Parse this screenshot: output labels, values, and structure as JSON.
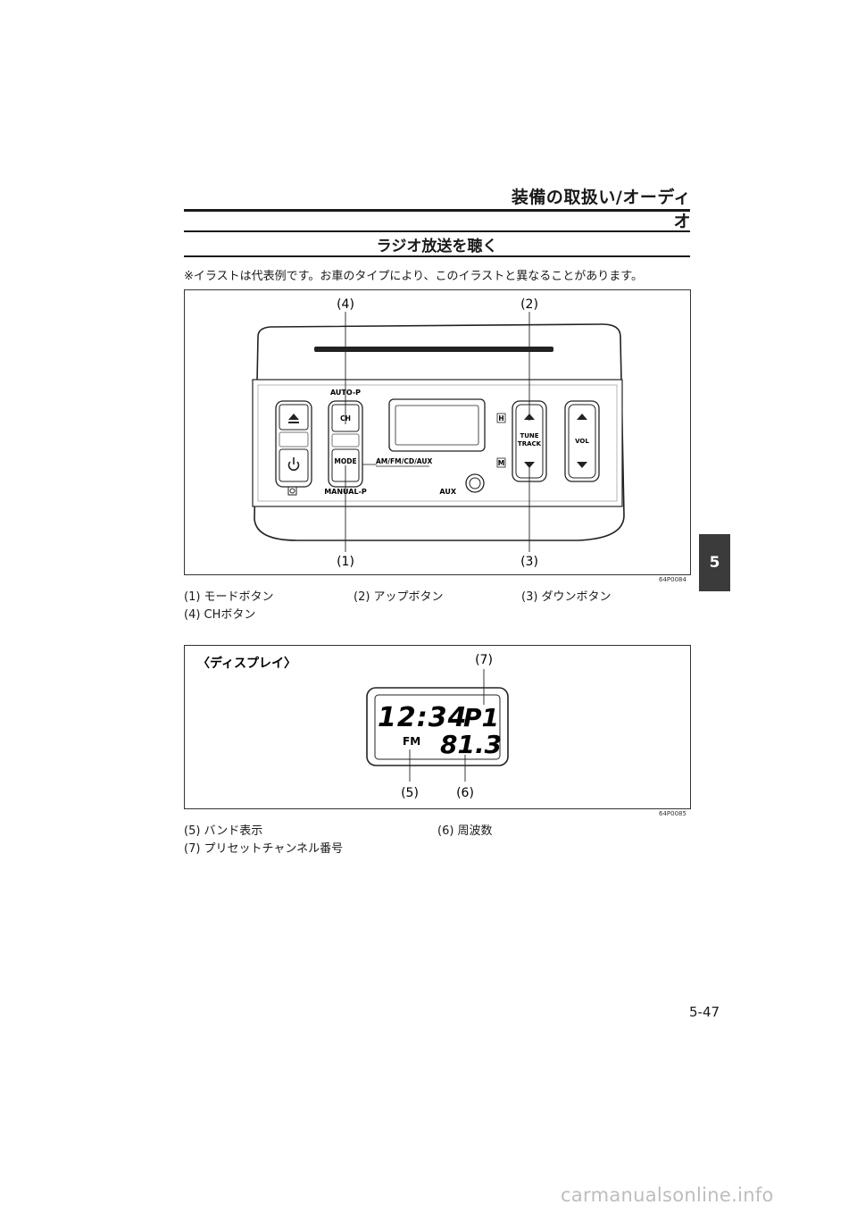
{
  "header": {
    "title": "装備の取扱い/オーディオ"
  },
  "section": {
    "title": "ラジオ放送を聴く"
  },
  "note": "※イラストは代表例です。お車のタイプにより、このイラストと異なることがあります。",
  "figure1": {
    "code": "64P0084",
    "callouts": {
      "c1": "(1)",
      "c2": "(2)",
      "c3": "(3)",
      "c4": "(4)"
    },
    "labels": {
      "auto_p": "AUTO-P",
      "ch": "CH",
      "mode": "MODE",
      "am_fm_cd_aux": "AM/FM/CD/AUX",
      "manual_p": "MANUAL-P",
      "aux": "AUX",
      "tune": "TUNE",
      "track": "TRACK",
      "vol": "VOL",
      "h": "H",
      "m": "M"
    }
  },
  "legend1": {
    "item1": "(1) モードボタン",
    "item2": "(2) アップボタン",
    "item3": "(3) ダウンボタン",
    "item4": "(4) CHボタン"
  },
  "figure2": {
    "code": "64P0085",
    "title": "〈ディスプレイ〉",
    "time": "12:34",
    "preset": "P1",
    "band": "FM",
    "freq": "81.3",
    "callouts": {
      "c5": "(5)",
      "c6": "(6)",
      "c7": "(7)"
    }
  },
  "legend2": {
    "item5": "(5) バンド表示",
    "item6": "(6) 周波数",
    "item7": "(7) プリセットチャンネル番号"
  },
  "chapter_tab": "5",
  "page_number": "5-47",
  "watermark": "carmanualsonline.info"
}
